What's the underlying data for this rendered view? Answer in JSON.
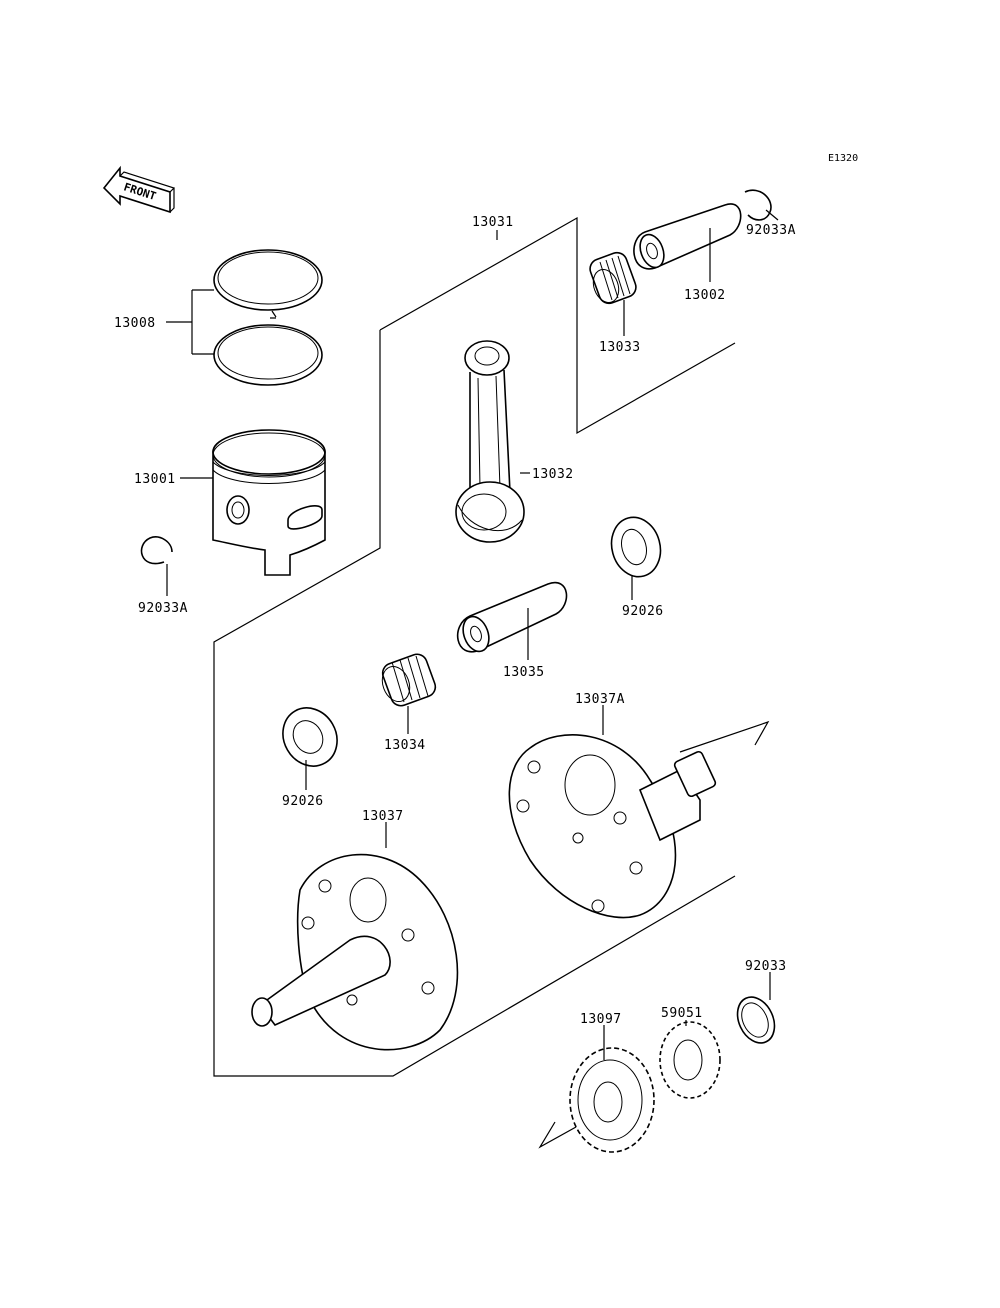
{
  "diagram": {
    "code": "E1320",
    "front_label": "FRONT",
    "parts": [
      {
        "id": "13031",
        "label": "13031"
      },
      {
        "id": "13002",
        "label": "13002"
      },
      {
        "id": "92033A_top",
        "label": "92033A"
      },
      {
        "id": "13033",
        "label": "13033"
      },
      {
        "id": "13008",
        "label": "13008"
      },
      {
        "id": "13032",
        "label": "13032"
      },
      {
        "id": "13001",
        "label": "13001"
      },
      {
        "id": "92033A_left",
        "label": "92033A"
      },
      {
        "id": "92026_right",
        "label": "92026"
      },
      {
        "id": "13035",
        "label": "13035"
      },
      {
        "id": "13037A",
        "label": "13037A"
      },
      {
        "id": "13034",
        "label": "13034"
      },
      {
        "id": "92026_left",
        "label": "92026"
      },
      {
        "id": "13037",
        "label": "13037"
      },
      {
        "id": "92033",
        "label": "92033"
      },
      {
        "id": "59051",
        "label": "59051"
      },
      {
        "id": "13097",
        "label": "13097"
      }
    ]
  }
}
